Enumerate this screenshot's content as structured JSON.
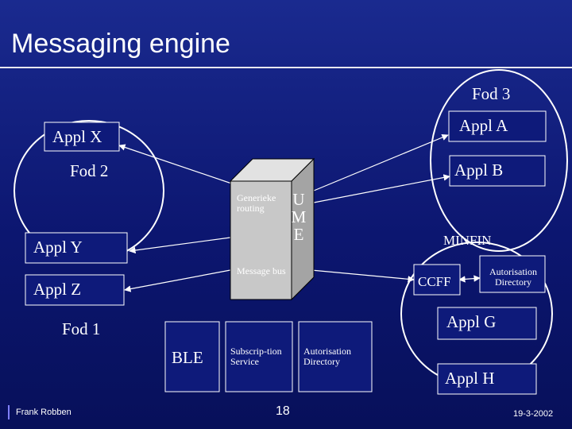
{
  "title": "Messaging engine",
  "groups": {
    "fod3": "Fod 3",
    "fod2": "Fod 2",
    "fod1": "Fod 1"
  },
  "applications": {
    "appl_x": "Appl X",
    "appl_a": "Appl A",
    "appl_b": "Appl B",
    "appl_y": "Appl Y",
    "appl_z": "Appl Z",
    "appl_g": "Appl G",
    "appl_h": "Appl H"
  },
  "cube": {
    "routing_label": "Generieke routing",
    "bus_label": "Message bus",
    "ume_letters": [
      "U",
      "M",
      "E"
    ]
  },
  "services": {
    "ble": "BLE",
    "subscription": "Subscrip-tion Service",
    "authorisation_directory": "Autorisation Directory"
  },
  "minfin": {
    "label": "MINFIN",
    "ccff": "CCFF",
    "authorisation_directory": "Autorisation Directory"
  },
  "footer": {
    "author": "Frank Robben",
    "page_number": "18",
    "date": "19-3-2002"
  },
  "colors": {
    "background": "#0c1670",
    "node_fill": "#0e1a7a",
    "cube_front": "#c8c8c8",
    "cube_top": "#e2e2e2",
    "cube_side": "#a4a4a4",
    "line": "#ffffff"
  }
}
